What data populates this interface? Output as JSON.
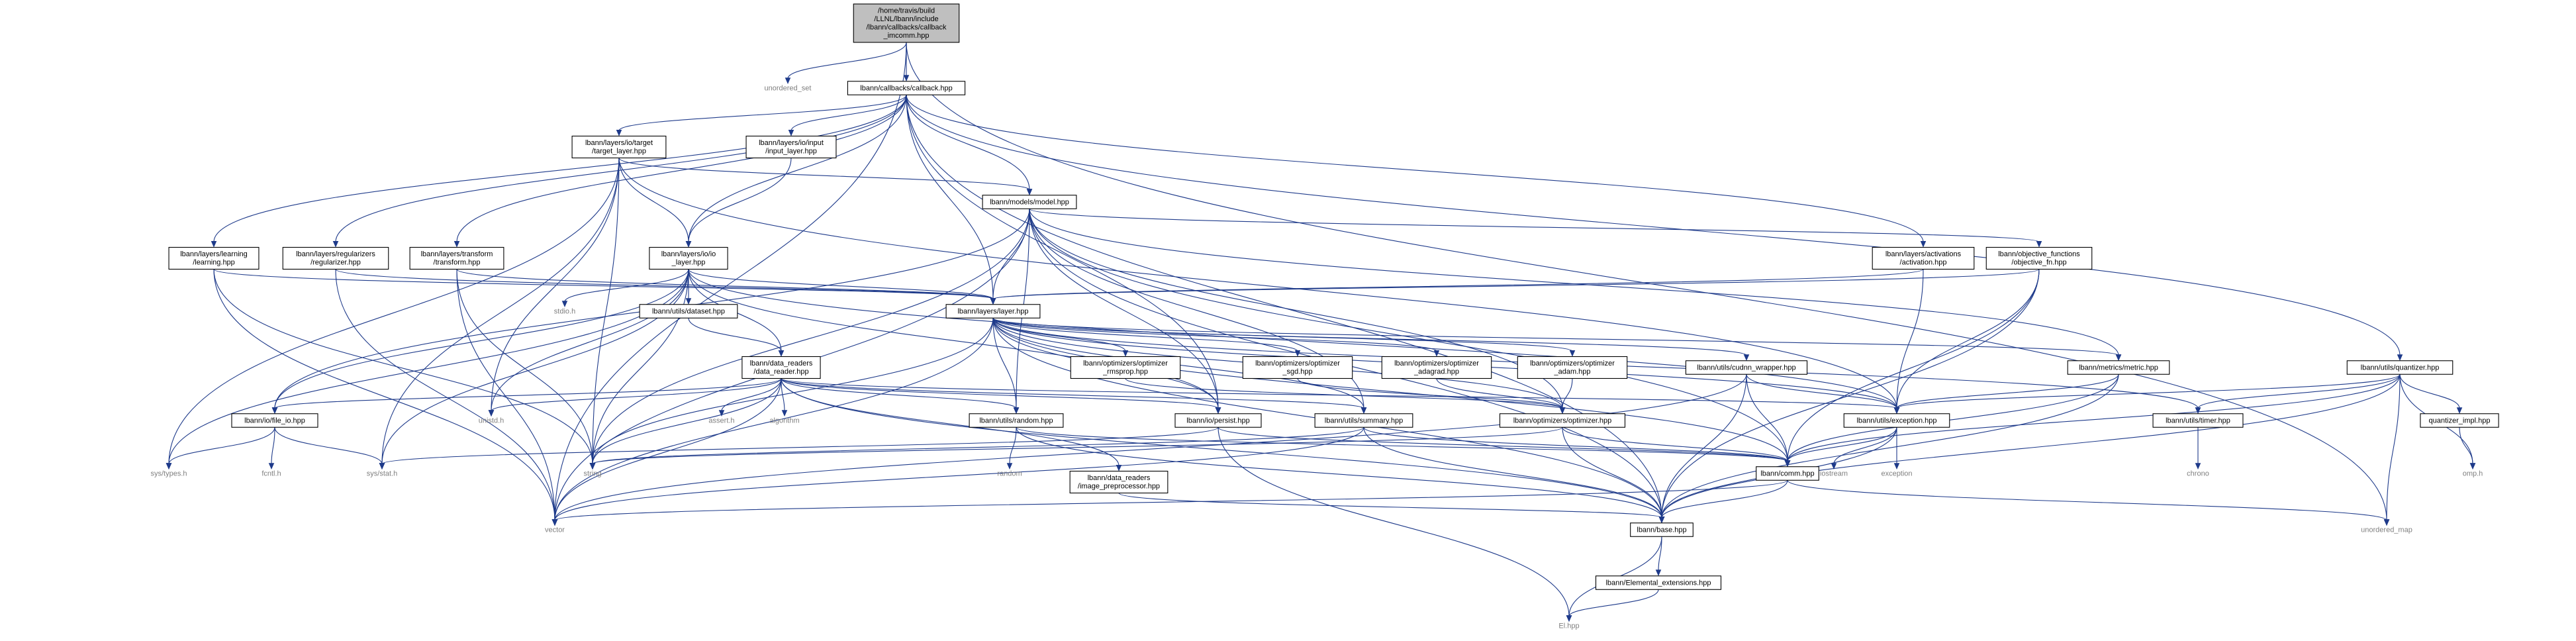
{
  "graph": {
    "nodes": [
      {
        "id": "root",
        "lines": [
          "/home/travis/build",
          "/LLNL/lbann/include",
          "/lbann/callbacks/callback",
          "_imcomm.hpp"
        ],
        "kind": "root",
        "interactable": false
      },
      {
        "id": "unordered_set",
        "lines": [
          "unordered_set"
        ],
        "kind": "system",
        "interactable": false
      },
      {
        "id": "callback",
        "lines": [
          "lbann/callbacks/callback.hpp"
        ],
        "kind": "local",
        "interactable": true
      },
      {
        "id": "vector",
        "lines": [
          "vector"
        ],
        "kind": "system",
        "interactable": false
      },
      {
        "id": "unordered_map",
        "lines": [
          "unordered_map"
        ],
        "kind": "system",
        "interactable": false
      },
      {
        "id": "target_layer",
        "lines": [
          "lbann/layers/io/target",
          "/target_layer.hpp"
        ],
        "kind": "local",
        "interactable": true
      },
      {
        "id": "input_layer",
        "lines": [
          "lbann/layers/io/input",
          "/input_layer.hpp"
        ],
        "kind": "local",
        "interactable": true
      },
      {
        "id": "model",
        "lines": [
          "lbann/models/model.hpp"
        ],
        "kind": "local",
        "interactable": true
      },
      {
        "id": "learning",
        "lines": [
          "lbann/layers/learning",
          "/learning.hpp"
        ],
        "kind": "local",
        "interactable": true
      },
      {
        "id": "regularizer",
        "lines": [
          "lbann/layers/regularizers",
          "/regularizer.hpp"
        ],
        "kind": "local",
        "interactable": true
      },
      {
        "id": "transform",
        "lines": [
          "lbann/layers/transform",
          "/transform.hpp"
        ],
        "kind": "local",
        "interactable": true
      },
      {
        "id": "io_layer",
        "lines": [
          "lbann/layers/io/io",
          "_layer.hpp"
        ],
        "kind": "local",
        "interactable": true
      },
      {
        "id": "activation",
        "lines": [
          "lbann/layers/activations",
          "/activation.hpp"
        ],
        "kind": "local",
        "interactable": true
      },
      {
        "id": "objective_fn",
        "lines": [
          "lbann/objective_functions",
          "/objective_fn.hpp"
        ],
        "kind": "local",
        "interactable": true
      },
      {
        "id": "quantizer",
        "lines": [
          "lbann/utils/quantizer.hpp"
        ],
        "kind": "local",
        "interactable": true
      },
      {
        "id": "stdio",
        "lines": [
          "stdio.h"
        ],
        "kind": "system",
        "interactable": false
      },
      {
        "id": "dataset",
        "lines": [
          "lbann/utils/dataset.hpp"
        ],
        "kind": "local",
        "interactable": true
      },
      {
        "id": "layer",
        "lines": [
          "lbann/layers/layer.hpp"
        ],
        "kind": "local",
        "interactable": true
      },
      {
        "id": "data_reader",
        "lines": [
          "lbann/data_readers",
          "/data_reader.hpp"
        ],
        "kind": "local",
        "interactable": true
      },
      {
        "id": "opt_rmsprop",
        "lines": [
          "lbann/optimizers/optimizer",
          "_rmsprop.hpp"
        ],
        "kind": "local",
        "interactable": true
      },
      {
        "id": "opt_sgd",
        "lines": [
          "lbann/optimizers/optimizer",
          "_sgd.hpp"
        ],
        "kind": "local",
        "interactable": true
      },
      {
        "id": "opt_adagrad",
        "lines": [
          "lbann/optimizers/optimizer",
          "_adagrad.hpp"
        ],
        "kind": "local",
        "interactable": true
      },
      {
        "id": "opt_adam",
        "lines": [
          "lbann/optimizers/optimizer",
          "_adam.hpp"
        ],
        "kind": "local",
        "interactable": true
      },
      {
        "id": "cudnn_wrapper",
        "lines": [
          "lbann/utils/cudnn_wrapper.hpp"
        ],
        "kind": "local",
        "interactable": true
      },
      {
        "id": "metric",
        "lines": [
          "lbann/metrics/metric.hpp"
        ],
        "kind": "local",
        "interactable": true
      },
      {
        "id": "file_io",
        "lines": [
          "lbann/io/file_io.hpp"
        ],
        "kind": "local",
        "interactable": true
      },
      {
        "id": "unistd",
        "lines": [
          "unistd.h"
        ],
        "kind": "system",
        "interactable": false
      },
      {
        "id": "assert",
        "lines": [
          "assert.h"
        ],
        "kind": "system",
        "interactable": false
      },
      {
        "id": "algorithm",
        "lines": [
          "algorithm"
        ],
        "kind": "system",
        "interactable": false
      },
      {
        "id": "random_hpp",
        "lines": [
          "lbann/utils/random.hpp"
        ],
        "kind": "local",
        "interactable": true
      },
      {
        "id": "persist",
        "lines": [
          "lbann/io/persist.hpp"
        ],
        "kind": "local",
        "interactable": true
      },
      {
        "id": "summary",
        "lines": [
          "lbann/utils/summary.hpp"
        ],
        "kind": "local",
        "interactable": true
      },
      {
        "id": "optimizer",
        "lines": [
          "lbann/optimizers/optimizer.hpp"
        ],
        "kind": "local",
        "interactable": true
      },
      {
        "id": "exception",
        "lines": [
          "lbann/utils/exception.hpp"
        ],
        "kind": "local",
        "interactable": true
      },
      {
        "id": "timer",
        "lines": [
          "lbann/utils/timer.hpp"
        ],
        "kind": "local",
        "interactable": true
      },
      {
        "id": "quantizer_impl",
        "lines": [
          "quantizer_impl.hpp"
        ],
        "kind": "local",
        "interactable": true
      },
      {
        "id": "sys_types",
        "lines": [
          "sys/types.h"
        ],
        "kind": "system",
        "interactable": false
      },
      {
        "id": "fcntl",
        "lines": [
          "fcntl.h"
        ],
        "kind": "system",
        "interactable": false
      },
      {
        "id": "sys_stat",
        "lines": [
          "sys/stat.h"
        ],
        "kind": "system",
        "interactable": false
      },
      {
        "id": "random",
        "lines": [
          "random"
        ],
        "kind": "system",
        "interactable": false
      },
      {
        "id": "image_preprocessor",
        "lines": [
          "lbann/data_readers",
          "/image_preprocessor.hpp"
        ],
        "kind": "local",
        "interactable": true
      },
      {
        "id": "string",
        "lines": [
          "string"
        ],
        "kind": "system",
        "interactable": false
      },
      {
        "id": "comm",
        "lines": [
          "lbann/comm.hpp"
        ],
        "kind": "local",
        "interactable": true
      },
      {
        "id": "iostream",
        "lines": [
          "iostream"
        ],
        "kind": "system",
        "interactable": false
      },
      {
        "id": "exception_std",
        "lines": [
          "exception"
        ],
        "kind": "system",
        "interactable": false
      },
      {
        "id": "chrono",
        "lines": [
          "chrono"
        ],
        "kind": "system",
        "interactable": false
      },
      {
        "id": "omp",
        "lines": [
          "omp.h"
        ],
        "kind": "system",
        "interactable": false
      },
      {
        "id": "base",
        "lines": [
          "lbann/base.hpp"
        ],
        "kind": "local",
        "interactable": true
      },
      {
        "id": "elemental_ext",
        "lines": [
          "lbann/Elemental_extensions.hpp"
        ],
        "kind": "local",
        "interactable": true
      },
      {
        "id": "el",
        "lines": [
          "El.hpp"
        ],
        "kind": "system",
        "interactable": false
      }
    ],
    "edges": [
      [
        "root",
        "unordered_set"
      ],
      [
        "root",
        "callback"
      ],
      [
        "root",
        "vector"
      ],
      [
        "root",
        "unordered_map"
      ],
      [
        "callback",
        "target_layer"
      ],
      [
        "callback",
        "input_layer"
      ],
      [
        "callback",
        "model"
      ],
      [
        "callback",
        "learning"
      ],
      [
        "callback",
        "regularizer"
      ],
      [
        "callback",
        "transform"
      ],
      [
        "callback",
        "io_layer"
      ],
      [
        "callback",
        "activation"
      ],
      [
        "callback",
        "quantizer"
      ],
      [
        "callback",
        "layer"
      ],
      [
        "callback",
        "base"
      ],
      [
        "callback",
        "persist"
      ],
      [
        "target_layer",
        "io_layer"
      ],
      [
        "target_layer",
        "model"
      ],
      [
        "target_layer",
        "string"
      ],
      [
        "target_layer",
        "unistd"
      ],
      [
        "target_layer",
        "sys_types"
      ],
      [
        "target_layer",
        "sys_stat"
      ],
      [
        "target_layer",
        "exception"
      ],
      [
        "input_layer",
        "io_layer"
      ],
      [
        "model",
        "layer"
      ],
      [
        "model",
        "objective_fn"
      ],
      [
        "model",
        "metric"
      ],
      [
        "model",
        "optimizer"
      ],
      [
        "model",
        "summary"
      ],
      [
        "model",
        "persist"
      ],
      [
        "model",
        "vector"
      ],
      [
        "model",
        "string"
      ],
      [
        "model",
        "comm"
      ],
      [
        "model",
        "base"
      ],
      [
        "model",
        "file_io"
      ],
      [
        "model",
        "random_hpp"
      ],
      [
        "learning",
        "layer"
      ],
      [
        "learning",
        "string"
      ],
      [
        "learning",
        "vector"
      ],
      [
        "regularizer",
        "layer"
      ],
      [
        "regularizer",
        "vector"
      ],
      [
        "transform",
        "layer"
      ],
      [
        "transform",
        "vector"
      ],
      [
        "transform",
        "string"
      ],
      [
        "io_layer",
        "layer"
      ],
      [
        "io_layer",
        "stdio"
      ],
      [
        "io_layer",
        "dataset"
      ],
      [
        "io_layer",
        "data_reader"
      ],
      [
        "io_layer",
        "file_io"
      ],
      [
        "io_layer",
        "unistd"
      ],
      [
        "io_layer",
        "string"
      ],
      [
        "io_layer",
        "sys_stat"
      ],
      [
        "io_layer",
        "sys_types"
      ],
      [
        "io_layer",
        "exception"
      ],
      [
        "io_layer",
        "persist"
      ],
      [
        "activation",
        "layer"
      ],
      [
        "activation",
        "exception"
      ],
      [
        "objective_fn",
        "layer"
      ],
      [
        "objective_fn",
        "comm"
      ],
      [
        "objective_fn",
        "base"
      ],
      [
        "objective_fn",
        "exception"
      ],
      [
        "quantizer",
        "comm"
      ],
      [
        "quantizer",
        "quantizer_impl"
      ],
      [
        "quantizer",
        "timer"
      ],
      [
        "quantizer",
        "exception"
      ],
      [
        "quantizer",
        "base"
      ],
      [
        "quantizer",
        "unordered_map"
      ],
      [
        "quantizer",
        "omp"
      ],
      [
        "dataset",
        "data_reader"
      ],
      [
        "layer",
        "opt_rmsprop"
      ],
      [
        "layer",
        "opt_sgd"
      ],
      [
        "layer",
        "opt_adagrad"
      ],
      [
        "layer",
        "opt_adam"
      ],
      [
        "layer",
        "cudnn_wrapper"
      ],
      [
        "layer",
        "metric"
      ],
      [
        "layer",
        "optimizer"
      ],
      [
        "layer",
        "summary"
      ],
      [
        "layer",
        "persist"
      ],
      [
        "layer",
        "exception"
      ],
      [
        "layer",
        "timer"
      ],
      [
        "layer",
        "comm"
      ],
      [
        "layer",
        "base"
      ],
      [
        "layer",
        "string"
      ],
      [
        "layer",
        "vector"
      ],
      [
        "layer",
        "random_hpp"
      ],
      [
        "data_reader",
        "file_io"
      ],
      [
        "data_reader",
        "unistd"
      ],
      [
        "data_reader",
        "assert"
      ],
      [
        "data_reader",
        "algorithm"
      ],
      [
        "data_reader",
        "random_hpp"
      ],
      [
        "data_reader",
        "persist"
      ],
      [
        "data_reader",
        "summary"
      ],
      [
        "data_reader",
        "image_preprocessor"
      ],
      [
        "data_reader",
        "string"
      ],
      [
        "data_reader",
        "vector"
      ],
      [
        "data_reader",
        "exception"
      ],
      [
        "data_reader",
        "base"
      ],
      [
        "opt_rmsprop",
        "optimizer"
      ],
      [
        "opt_sgd",
        "optimizer"
      ],
      [
        "opt_adagrad",
        "optimizer"
      ],
      [
        "opt_adam",
        "optimizer"
      ],
      [
        "cudnn_wrapper",
        "comm"
      ],
      [
        "cudnn_wrapper",
        "base"
      ],
      [
        "cudnn_wrapper",
        "exception"
      ],
      [
        "cudnn_wrapper",
        "vector"
      ],
      [
        "metric",
        "comm"
      ],
      [
        "metric",
        "base"
      ],
      [
        "metric",
        "exception"
      ],
      [
        "file_io",
        "sys_types"
      ],
      [
        "file_io",
        "fcntl"
      ],
      [
        "file_io",
        "sys_stat"
      ],
      [
        "random_hpp",
        "random"
      ],
      [
        "random_hpp",
        "comm"
      ],
      [
        "random_hpp",
        "base"
      ],
      [
        "persist",
        "comm"
      ],
      [
        "persist",
        "el"
      ],
      [
        "persist",
        "sys_stat"
      ],
      [
        "summary",
        "comm"
      ],
      [
        "summary",
        "base"
      ],
      [
        "summary",
        "string"
      ],
      [
        "summary",
        "vector"
      ],
      [
        "optimizer",
        "comm"
      ],
      [
        "optimizer",
        "base"
      ],
      [
        "optimizer",
        "string"
      ],
      [
        "exception",
        "iostream"
      ],
      [
        "exception",
        "exception_std"
      ],
      [
        "exception",
        "comm"
      ],
      [
        "exception",
        "base"
      ],
      [
        "timer",
        "chrono"
      ],
      [
        "quantizer_impl",
        "omp"
      ],
      [
        "image_preprocessor",
        "base"
      ],
      [
        "comm",
        "base"
      ],
      [
        "comm",
        "vector"
      ],
      [
        "comm",
        "unordered_map"
      ],
      [
        "base",
        "elemental_ext"
      ],
      [
        "base",
        "el"
      ],
      [
        "elemental_ext",
        "el"
      ]
    ]
  }
}
